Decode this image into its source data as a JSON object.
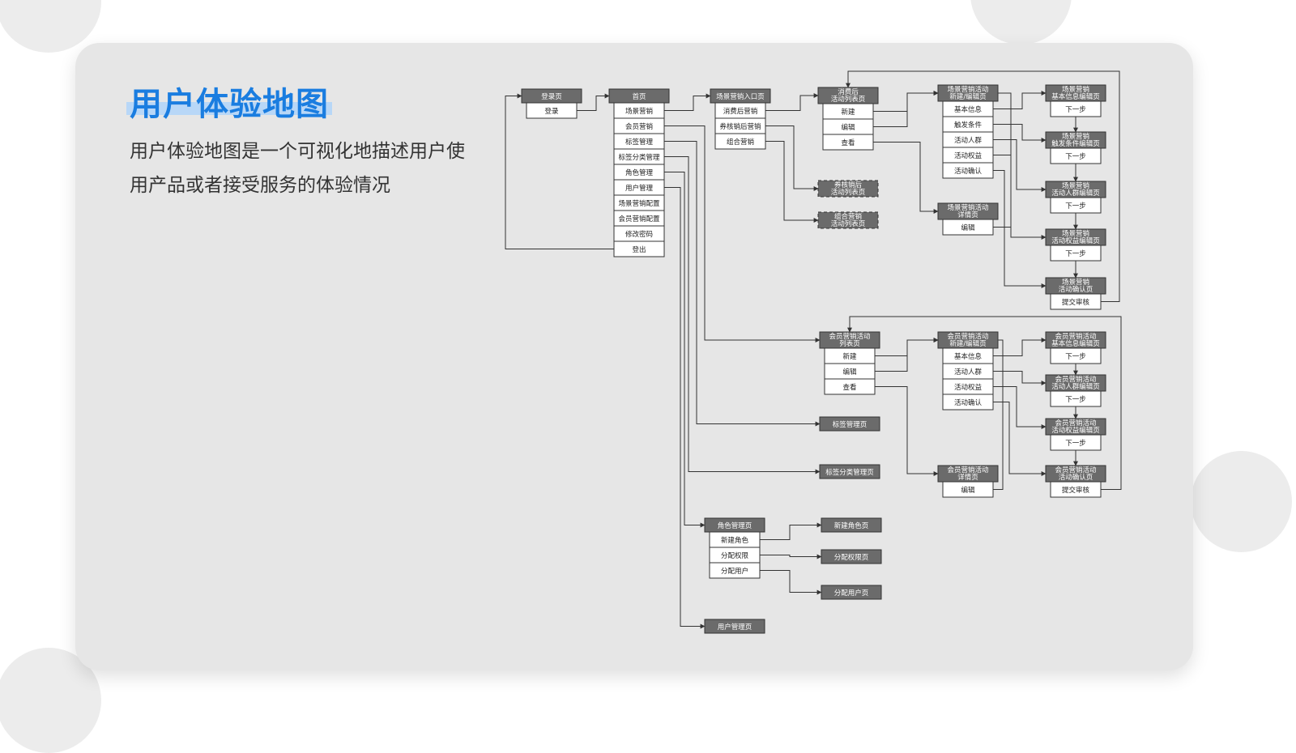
{
  "slide": {
    "title": "用户体验地图",
    "description": "用户体验地图是一个可视化地描述用户使用产品或者接受服务的体验情况"
  },
  "nodes": [
    {
      "id": "login",
      "title": [
        "登录页"
      ],
      "items": [
        "登录"
      ]
    },
    {
      "id": "home",
      "title": [
        "首页"
      ],
      "items": [
        "场景营销",
        "会员营销",
        "标签管理",
        "标签分类管理",
        "角色管理",
        "用户管理",
        "场景营销配置",
        "会员营销配置",
        "修改密码",
        "登出"
      ]
    },
    {
      "id": "scene-entry",
      "title": [
        "场景营销入口页"
      ],
      "items": [
        "消费后营销",
        "券核销后营销",
        "组合营销"
      ]
    },
    {
      "id": "consume-list",
      "title": [
        "消费后",
        "活动列表页"
      ],
      "items": [
        "新建",
        "编辑",
        "查看"
      ]
    },
    {
      "id": "coupon-list",
      "title": [
        "券核销后",
        "活动列表页"
      ],
      "items": [],
      "dashed": true
    },
    {
      "id": "combo-list",
      "title": [
        "组合营销",
        "活动列表页"
      ],
      "items": [],
      "dashed": true
    },
    {
      "id": "scene-edit",
      "title": [
        "场景营销活动",
        "新建/编辑页"
      ],
      "items": [
        "基本信息",
        "触发条件",
        "活动人群",
        "活动权益",
        "活动确认"
      ]
    },
    {
      "id": "scene-detail",
      "title": [
        "场景营销活动",
        "详情页"
      ],
      "items": [
        "编辑"
      ]
    },
    {
      "id": "scene-step1",
      "title": [
        "场景营销",
        "基本信息编辑页"
      ],
      "items": [
        "下一步"
      ]
    },
    {
      "id": "scene-step2",
      "title": [
        "场景营销",
        "触发条件编辑页"
      ],
      "items": [
        "下一步"
      ]
    },
    {
      "id": "scene-step3",
      "title": [
        "场景营销",
        "活动人群编辑页"
      ],
      "items": [
        "下一步"
      ]
    },
    {
      "id": "scene-step4",
      "title": [
        "场景营销",
        "活动权益编辑页"
      ],
      "items": [
        "下一步"
      ]
    },
    {
      "id": "scene-step5",
      "title": [
        "场景营销",
        "活动确认页"
      ],
      "items": [
        "提交审核"
      ]
    },
    {
      "id": "member-list",
      "title": [
        "会员营销活动",
        "列表页"
      ],
      "items": [
        "新建",
        "编辑",
        "查看"
      ]
    },
    {
      "id": "member-edit",
      "title": [
        "会员营销活动",
        "新建/编辑页"
      ],
      "items": [
        "基本信息",
        "活动人群",
        "活动权益",
        "活动确认"
      ]
    },
    {
      "id": "member-detail",
      "title": [
        "会员营销活动",
        "详情页"
      ],
      "items": [
        "编辑"
      ]
    },
    {
      "id": "member-step1",
      "title": [
        "会员营销活动",
        "基本信息编辑页"
      ],
      "items": [
        "下一步"
      ]
    },
    {
      "id": "member-step2",
      "title": [
        "会员营销活动",
        "活动人群编辑页"
      ],
      "items": [
        "下一步"
      ]
    },
    {
      "id": "member-step3",
      "title": [
        "会员营销活动",
        "活动权益编辑页"
      ],
      "items": [
        "下一步"
      ]
    },
    {
      "id": "member-step4",
      "title": [
        "会员营销活动",
        "活动确认页"
      ],
      "items": [
        "提交审核"
      ]
    },
    {
      "id": "tag-page",
      "title": [
        "标签管理页"
      ],
      "items": []
    },
    {
      "id": "tagcat-page",
      "title": [
        "标签分类管理页"
      ],
      "items": []
    },
    {
      "id": "role-page",
      "title": [
        "角色管理页"
      ],
      "items": [
        "新建角色",
        "分配权限",
        "分配用户"
      ]
    },
    {
      "id": "new-role-page",
      "title": [
        "新建角色页"
      ],
      "items": []
    },
    {
      "id": "perm-page",
      "title": [
        "分配权限页"
      ],
      "items": []
    },
    {
      "id": "assign-user-page",
      "title": [
        "分配用户页"
      ],
      "items": []
    },
    {
      "id": "user-page",
      "title": [
        "用户管理页"
      ],
      "items": []
    }
  ]
}
